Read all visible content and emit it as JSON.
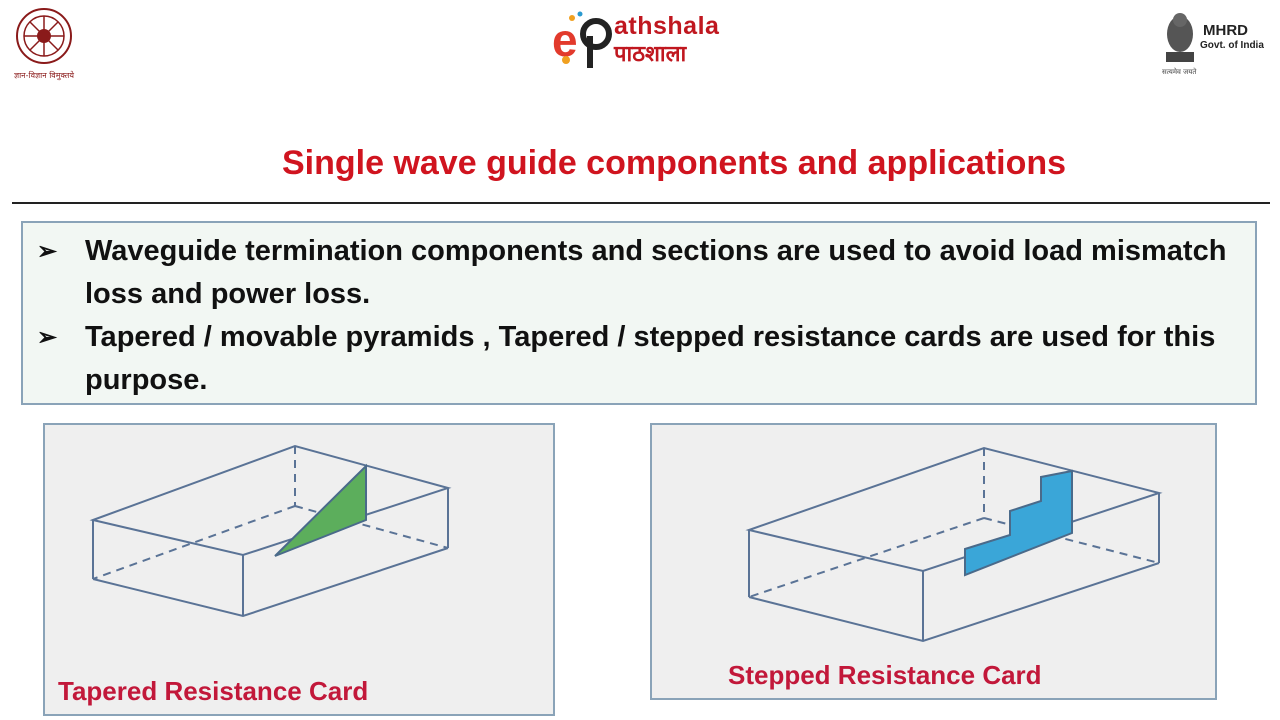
{
  "header": {
    "left_logo": {
      "icon": "ugc-emblem-icon",
      "caption": "ज्ञान-विज्ञान विमुक्तये"
    },
    "center_logo": {
      "icon": "epathshala-logo-icon",
      "text_en": "athshala",
      "text_hi": "पाठशाला"
    },
    "right_logo": {
      "icon": "national-emblem-icon",
      "line1": "MHRD",
      "line2": "Govt. of India",
      "motto": "सत्यमेव जयते"
    }
  },
  "slide": {
    "title": "Single wave guide components and applications",
    "bullets": [
      {
        "marker": "➢",
        "text": "Waveguide termination components and sections  are used to avoid load mismatch loss and power loss."
      },
      {
        "marker": "➢",
        "text": "Tapered / movable pyramids , Tapered / stepped resistance cards are  used for this purpose."
      }
    ],
    "figures": [
      {
        "caption": "Tapered Resistance Card",
        "card_color": "#5cae5c"
      },
      {
        "caption": "Stepped Resistance Card",
        "card_color": "#3aa6d8"
      }
    ]
  },
  "colors": {
    "title": "#d0141f",
    "caption": "#c2183a",
    "box_border": "#8aa3b8",
    "outline": "#5a7396"
  }
}
